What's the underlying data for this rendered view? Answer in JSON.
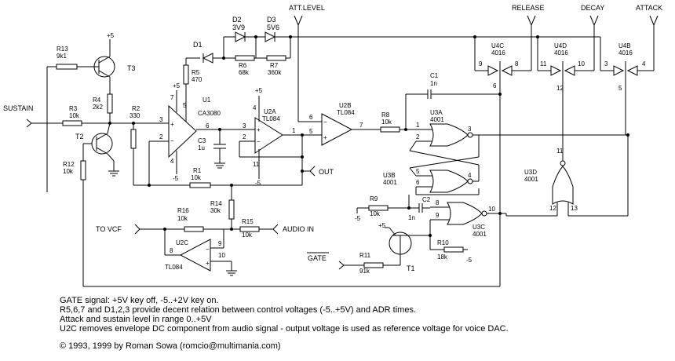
{
  "schematic": {
    "terminals": {
      "sustain": "SUSTAIN",
      "att_level": "ATT.LEVEL",
      "release": "RELEASE",
      "decay": "DECAY",
      "attack": "ATTACK",
      "out": "OUT",
      "to_vcf": "TO VCF",
      "audio_in": "AUDIO IN",
      "gate": "GATE"
    },
    "parts": {
      "r13": [
        "R13",
        "9k1"
      ],
      "r4": [
        "R4",
        "2k2"
      ],
      "r3": [
        "R3",
        "10k"
      ],
      "r12": [
        "R12",
        "10k"
      ],
      "r2": [
        "R2",
        "330"
      ],
      "r5": [
        "R5",
        "470"
      ],
      "r6": [
        "R6",
        "68k"
      ],
      "r7": [
        "R7",
        "360k"
      ],
      "r1": [
        "R1",
        "10k"
      ],
      "r8": [
        "R8",
        "10k"
      ],
      "r9": [
        "R9",
        "10k"
      ],
      "r10": [
        "R10",
        "18k"
      ],
      "r11": [
        "R11",
        "91k"
      ],
      "r14": [
        "R14",
        "30k"
      ],
      "r15": [
        "R15",
        "10k"
      ],
      "r16": [
        "R16",
        "10k"
      ],
      "c1": [
        "C1",
        "1n"
      ],
      "c2": [
        "C2",
        "1n"
      ],
      "c3": [
        "C3",
        "1u"
      ],
      "d1": "D1",
      "d2": [
        "D2",
        "3V9"
      ],
      "d3": [
        "D3",
        "5V6"
      ],
      "t1": "T1",
      "t2": "T2",
      "t3": "T3",
      "u1": [
        "U1",
        "CA3080"
      ],
      "u2a": [
        "U2A",
        "TL084"
      ],
      "u2b": [
        "U2B",
        "TL084"
      ],
      "u2c": [
        "U2C",
        "TL084"
      ],
      "u3a": [
        "U3A",
        "4001"
      ],
      "u3b": [
        "U3B",
        "4001"
      ],
      "u3c": [
        "U3C",
        "4001"
      ],
      "u3d": [
        "U3D",
        "4001"
      ],
      "u4b": [
        "U4B",
        "4016"
      ],
      "u4c": [
        "U4C",
        "4016"
      ],
      "u4d": [
        "U4D",
        "4016"
      ]
    },
    "supply": {
      "plus5": "+5",
      "minus5": "-5"
    },
    "pins": {
      "u1_3": "3",
      "u1_2": "2",
      "u1_7": "7",
      "u1_4": "4",
      "u1_5": "5",
      "u1_6": "6",
      "u2a_3": "3",
      "u2a_2": "2",
      "u2a_1": "1",
      "u2a_4": "4",
      "u2a_11": "11",
      "u2b_6": "6",
      "u2b_5": "5",
      "u2b_7": "7",
      "u3a_1": "1",
      "u3a_2": "2",
      "u3a_3": "3",
      "u3b_5": "5",
      "u3b_6": "6",
      "u3b_4": "4",
      "u3c_8": "8",
      "u3c_9": "9",
      "u3c_10": "10",
      "u3d_11": "11",
      "u3d_12": "12",
      "u3d_13": "13",
      "u4c_9": "9",
      "u4c_8": "8",
      "u4c_6": "6",
      "u4d_11": "11",
      "u4d_10": "10",
      "u4d_12": "12",
      "u4b_3": "3",
      "u4b_4": "4",
      "u4b_5": "5",
      "u2c_10": "10",
      "u2c_9": "9",
      "u2c_8": "8"
    },
    "notes": [
      "GATE signal: +5V key off, -5..+2V key on.",
      "R5,6,7 and D1,2,3 provide decent relation between control voltages (-5..+5V) and ADR times.",
      "Attack and sustain level in range 0..+5V",
      "U2C removes envelope DC component from audio signal - output voltage is used as reference voltage for voice DAC."
    ],
    "copyright": "© 1993, 1999 by Roman Sowa (romcio@multimania.com)"
  }
}
